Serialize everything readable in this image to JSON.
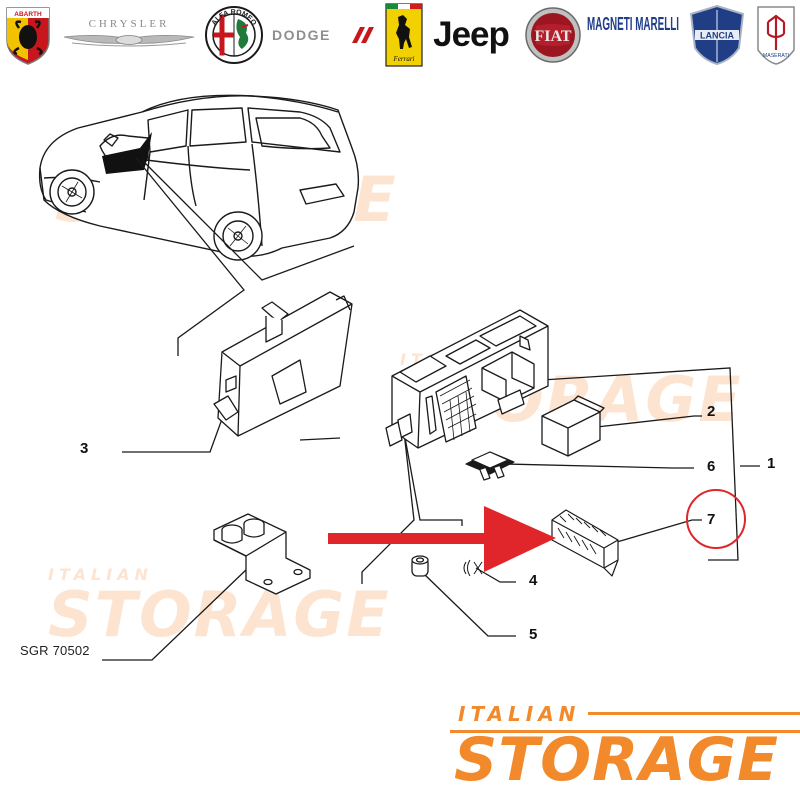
{
  "brands": [
    {
      "name": "abarth",
      "text": "ABARTH"
    },
    {
      "name": "chrysler",
      "text": "CHRYSLER"
    },
    {
      "name": "alfa-romeo",
      "text": "ALFA ROMEO"
    },
    {
      "name": "dodge",
      "text": "DODGE"
    },
    {
      "name": "ferrari",
      "text": "Ferrari"
    },
    {
      "name": "jeep",
      "text": "Jeep"
    },
    {
      "name": "fiat",
      "text": "FIAT"
    },
    {
      "name": "magneti-marelli",
      "text": "MAGNETI MARELLI"
    },
    {
      "name": "lancia",
      "text": "LANCIA"
    },
    {
      "name": "maserati",
      "text": "MASERATI"
    }
  ],
  "diagram": {
    "callouts": [
      "1",
      "2",
      "3",
      "4",
      "5",
      "6",
      "7"
    ],
    "part_code": "SGR 70502",
    "highlighted_callout": "7",
    "highlight_color": "#e0262a"
  },
  "watermark": {
    "top": "ITALIAN",
    "bottom": "STORAGE",
    "color": "#f28a2b"
  }
}
